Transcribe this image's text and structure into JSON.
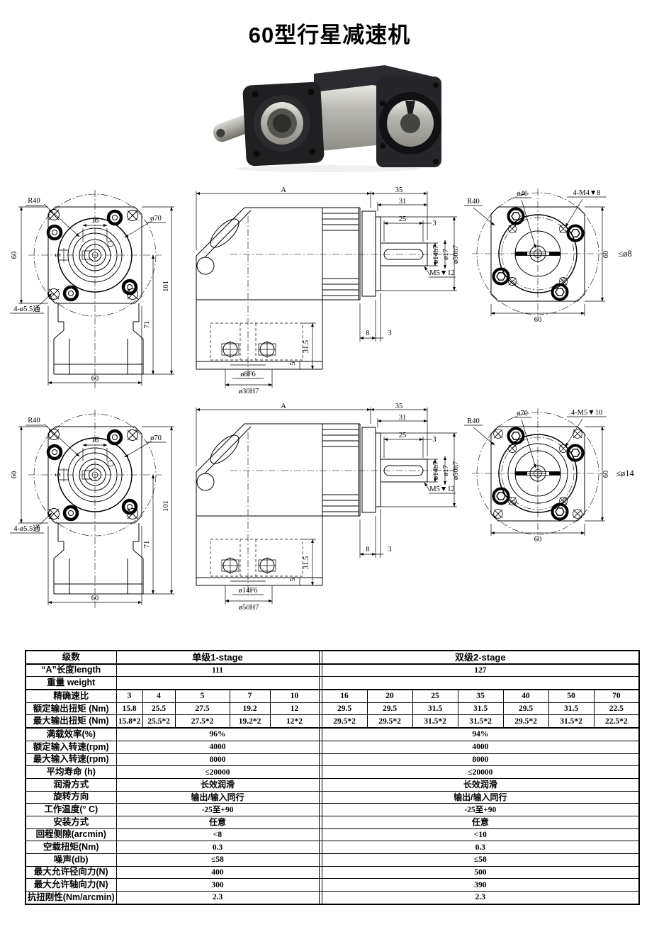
{
  "page": {
    "title": "60型行星减速机"
  },
  "colors": {
    "line": "#000000",
    "background": "#ffffff",
    "body_dark": "#232327",
    "metal": "#b9b8b2"
  },
  "photo": {
    "name": "right-angle-planetary-gearbox-photo"
  },
  "views": {
    "front1": {
      "r40": "R40",
      "d70": "ø70",
      "w16": "16",
      "w5": "5",
      "h60": "60",
      "h101": "101",
      "h71": "71",
      "holes": "4-ø5.5通",
      "w60": "60"
    },
    "front2": {
      "r40": "R40",
      "d70": "ø70",
      "w16": "16",
      "w5": "5",
      "h60": "60",
      "h101": "101",
      "h71": "71",
      "holes": "4-ø5.5通",
      "w60": "60"
    },
    "side1": {
      "A": "A",
      "l35": "35",
      "l31": "31",
      "l25": "25",
      "l3": "3",
      "sd14": "ø14h7",
      "sd17": "ø17",
      "sd50": "ø50h7",
      "tap": "M5▼12",
      "l8": "8",
      "l3b": "3",
      "h315": "31.5",
      "h5": "5",
      "bore": "ø8F6",
      "pilot": "ø30H7"
    },
    "side2": {
      "A": "A",
      "l35": "35",
      "l31": "31",
      "l25": "25",
      "l3": "3",
      "sd14": "ø14h7",
      "sd17": "ø17",
      "sd50": "ø50h7",
      "tap": "M5▼12",
      "l8": "8",
      "l3b": "3",
      "h315": "31.5",
      "h5": "5",
      "bore": "ø14F6",
      "pilot": "ø50H7"
    },
    "back1": {
      "bc": "ø46",
      "screws": "4-M4▼8",
      "r40": "R40",
      "h60": "60",
      "w60": "60",
      "shaft_max": "≤ø8"
    },
    "back2": {
      "bc": "ø70",
      "screws": "4-M5▼10",
      "r40": "R40",
      "h60": "60",
      "w60": "60",
      "shaft_max": "≤ø14"
    }
  },
  "table": {
    "rows": [
      {
        "label": "级数",
        "s1": "单级1-stage",
        "s2": "双级2-stage"
      },
      {
        "label": "“A”长度length",
        "s1": "111",
        "s2": "127"
      },
      {
        "label": "重量 weight",
        "s1": "",
        "s2": ""
      },
      {
        "label": "精确速比",
        "c1": [
          "3",
          "4",
          "5",
          "7",
          "10"
        ],
        "c2": [
          "16",
          "20",
          "25",
          "35",
          "40",
          "50",
          "70"
        ]
      },
      {
        "label": "额定输出扭矩 (Nm)",
        "c1": [
          "15.8",
          "25.5",
          "27.5",
          "19.2",
          "12"
        ],
        "c2": [
          "29.5",
          "29.5",
          "31.5",
          "31.5",
          "29.5",
          "31.5",
          "22.5"
        ]
      },
      {
        "label": "最大输出扭矩 (Nm)",
        "c1": [
          "15.8*2",
          "25.5*2",
          "27.5*2",
          "19.2*2",
          "12*2"
        ],
        "c2": [
          "29.5*2",
          "29.5*2",
          "31.5*2",
          "31.5*2",
          "29.5*2",
          "31.5*2",
          "22.5*2"
        ]
      },
      {
        "label": "满载效率(%)",
        "s1": "96%",
        "s2": "94%"
      },
      {
        "label": "额定输入转速(rpm)",
        "s1": "4000",
        "s2": "4000"
      },
      {
        "label": "最大输入转速(rpm)",
        "s1": "8000",
        "s2": "8000"
      },
      {
        "label": "平均寿命 (h)",
        "s1": "≤20000",
        "s2": "≤20000"
      },
      {
        "label": "润滑方式",
        "s1": "长效润滑",
        "s2": "长效润滑"
      },
      {
        "label": "旋转方向",
        "s1": "输出/输入同行",
        "s2": "输出/输入同行"
      },
      {
        "label": "工作温度(° C)",
        "s1": "-25至+90",
        "s2": "-25至+90"
      },
      {
        "label": "安装方式",
        "s1": "任意",
        "s2": "任意"
      },
      {
        "label": "回程侧隙(arcmin)",
        "s1": "<8",
        "s2": "<10"
      },
      {
        "label": "空载扭矩(Nm)",
        "s1": "0.3",
        "s2": "0.3"
      },
      {
        "label": "噪声(db)",
        "s1": "≤58",
        "s2": "≤58"
      },
      {
        "label": "最大允许径向力(N)",
        "s1": "400",
        "s2": "500"
      },
      {
        "label": "最大允许轴向力(N)",
        "s1": "300",
        "s2": "390"
      },
      {
        "label": "抗扭刚性(Nm/arcmin)",
        "s1": "2.3",
        "s2": "2.3"
      }
    ]
  }
}
